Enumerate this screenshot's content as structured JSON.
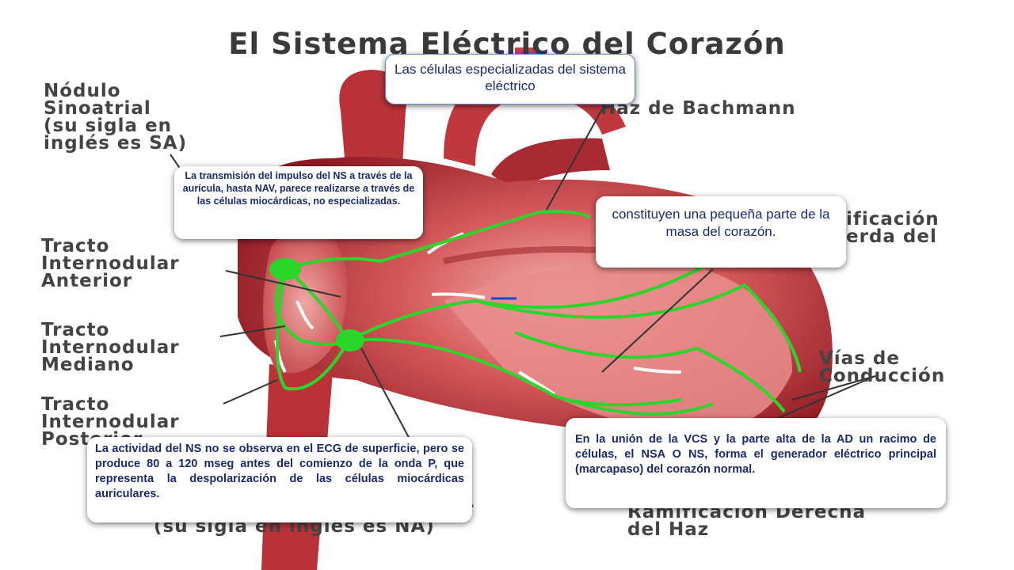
{
  "title": "El Sistema Eléctrico del Corazón",
  "labels": {
    "sa_node": [
      "Nódulo",
      "Sinoatrial",
      "(su sigla en",
      "inglés es SA)"
    ],
    "anterior": [
      "Tracto",
      "Internodular",
      "Anterior"
    ],
    "mediano": [
      "Tracto",
      "Internodular",
      "Mediano"
    ],
    "posterior": [
      "Tracto",
      "Internodular",
      "Posterior"
    ],
    "bachmann": "Haz de Bachmann",
    "ramificacion_izq": [
      "ificación",
      "erda del"
    ],
    "vias": [
      "Vías de",
      "Conducción"
    ],
    "av_node_partial": [
      "r",
      "(su sigla en inglés es NA)"
    ],
    "rama_derecha": [
      "Ramificación Derecha",
      "del Haz"
    ]
  },
  "callouts": {
    "top": "Las células especializadas del sistema eléctrico",
    "transmision": "La transmisión del impulso del NS a través de la aurícula, hasta NAV, parece realizarse a través de las células miocárdicas, no especializadas.",
    "pequena": "constituyen una pequeña parte de la masa del corazón.",
    "actividad": "La actividad del  NS no se observa en el ECG de superficie, pero se produce 80 a 120 mseg antes del comienzo de la onda P, que representa la despolarización de las células miocárdicas auriculares.",
    "union": "En la unión de la  VCS y la parte alta de la AD un racimo de células, el NSA O NS, forma el generador eléctrico principal (marcapaso) del corazón normal."
  },
  "colors": {
    "heart_dark": "#8e1a22",
    "heart_mid": "#c8454a",
    "heart_light": "#e88a88",
    "conduction_green": "#2bd62b",
    "label_gray": "#444444",
    "callout_text": "#1a2a6a"
  }
}
